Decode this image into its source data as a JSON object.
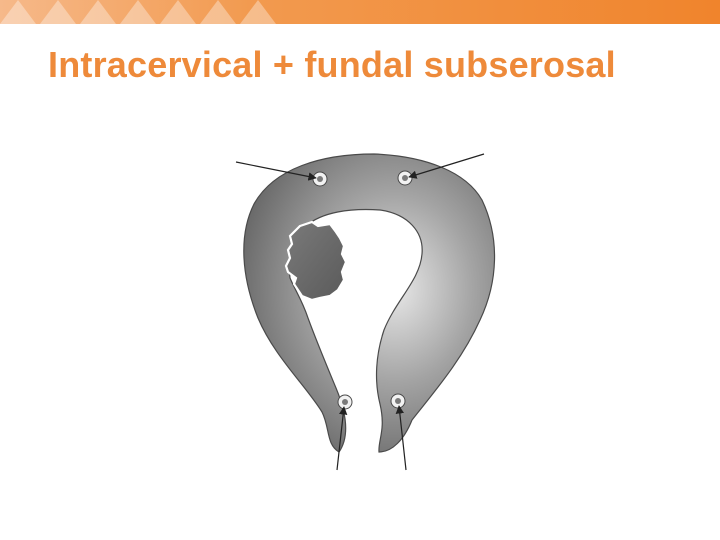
{
  "slide": {
    "title": "Intracervical + fundal subserosal"
  },
  "theme": {
    "accent_color": "#f0842c",
    "accent_light": "#f6b98a",
    "title_color": "#ee8a3a",
    "uterus_fill_dark": "#5e5e5e",
    "uterus_fill_light": "#e6e6e6",
    "fibroid_fill": "#6a6a6a",
    "outline_color": "#4a4a4a"
  },
  "diagram": {
    "subject": "uterus",
    "fibroids": [
      {
        "name": "intracervical-fibroid",
        "icon": "irregular-mass"
      }
    ],
    "injection_sites": [
      {
        "name": "fundal-site-left",
        "region": "fundus"
      },
      {
        "name": "fundal-site-right",
        "region": "fundus"
      },
      {
        "name": "cervical-site-left",
        "region": "cervix"
      },
      {
        "name": "cervical-site-right",
        "region": "cervix"
      }
    ]
  }
}
